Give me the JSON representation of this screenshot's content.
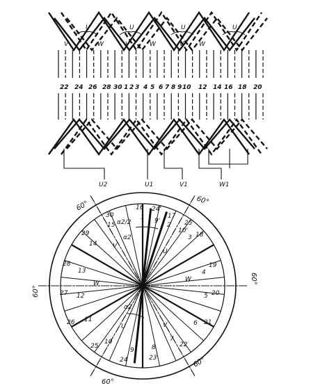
{
  "winding": {
    "phase_labels_top": [
      "U",
      "V",
      "W",
      "U",
      "V",
      "W",
      "U",
      "V",
      "W",
      "U"
    ],
    "slot_numbers": [
      "22",
      "24",
      "26",
      "28",
      "30",
      "1",
      "2",
      "3",
      "4",
      "5",
      "6",
      "7",
      "8",
      "9",
      "10",
      "12",
      "14",
      "16",
      "18",
      "20"
    ],
    "terminals": [
      "U2",
      "U1",
      "V1",
      "W1"
    ]
  },
  "star": {
    "angle_labels": [
      "60°",
      "60°",
      "60°",
      "60°",
      "60°",
      "60°"
    ],
    "outer_numbers": [
      "16",
      "24'",
      "17",
      "25'",
      "18",
      "19",
      "20",
      "21",
      "22",
      "23",
      "24",
      "25",
      "26",
      "27",
      "28",
      "29",
      "30"
    ],
    "inner_numbers": [
      "1",
      "9'",
      "2",
      "10'",
      "3",
      "4",
      "5",
      "6",
      "7",
      "8",
      "9",
      "10",
      "11",
      "12",
      "13",
      "14",
      "15"
    ],
    "zone_labels": [
      "U",
      "V",
      "W",
      "W",
      "U",
      "V"
    ],
    "alpha_labels": [
      "α2/2",
      "α2",
      "α2"
    ]
  }
}
